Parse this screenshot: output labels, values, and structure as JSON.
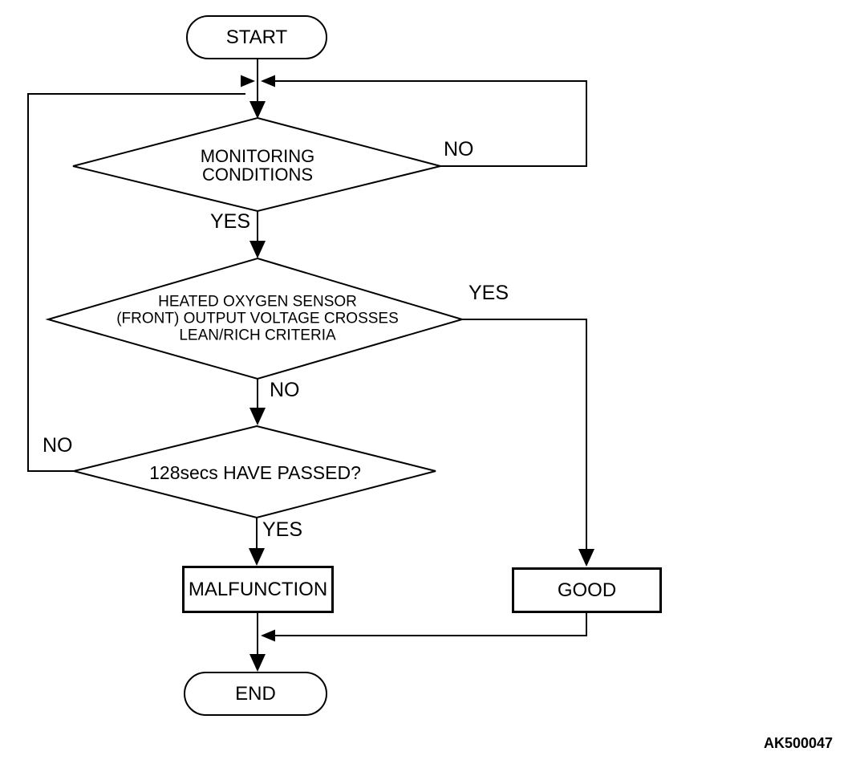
{
  "figure_code": "AK500047",
  "colors": {
    "line": "#000000",
    "background": "#ffffff",
    "text": "#000000"
  },
  "nodes": {
    "start": {
      "type": "terminator",
      "label": "START"
    },
    "monitoring": {
      "type": "decision",
      "label": "MONITORING\nCONDITIONS"
    },
    "sensor": {
      "type": "decision",
      "label": "HEATED OXYGEN SENSOR\n(FRONT) OUTPUT VOLTAGE CROSSES\nLEAN/RICH CRITERIA"
    },
    "timer": {
      "type": "decision",
      "label": "128secs HAVE PASSED?"
    },
    "malfunction": {
      "type": "process",
      "label": "MALFUNCTION"
    },
    "good": {
      "type": "process",
      "label": "GOOD"
    },
    "end": {
      "type": "terminator",
      "label": "END"
    }
  },
  "branches": {
    "monitoring_no": "NO",
    "monitoring_yes": "YES",
    "sensor_yes": "YES",
    "sensor_no": "NO",
    "timer_no": "NO",
    "timer_yes": "YES"
  }
}
